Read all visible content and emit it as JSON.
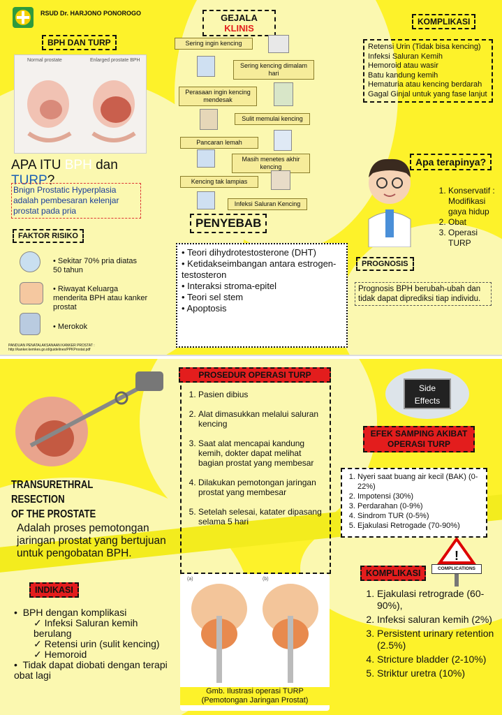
{
  "top": {
    "hospital_name": "RSUD Dr. HARJONO PONOROGO",
    "bph_turp_label": "BPH DAN TURP",
    "illustration_labels": {
      "normal": "Normal prostate",
      "enlarged": "Enlarged prostate BPH"
    },
    "apa_itu": {
      "prefix": "APA ITU ",
      "bph": "BPH",
      "dan": " dan",
      "turp": "TURP",
      "q": "?"
    },
    "definition": "Bnign Prostatic Hyperplasia adalah pembesaran kelenjar prostat pada pria",
    "faktor_risiko": {
      "title": "FAKTOR RISIKO",
      "items": [
        "Sekitar 70% pria diatas 50 tahun",
        "Riwayat Keluarga menderita BPH atau kanker prostat",
        "Merokok"
      ]
    },
    "footer_ref": "PANDUAN PENATALAKSANAAN KANKER PROSTAT : http://kanker.kemkes.go.id/guidelines/PPKProstat.pdf",
    "gejala": {
      "title_1": "GEJALA",
      "title_2": "KLINIS",
      "items": [
        "Sering ingin kencing",
        "Sering kencing dimalam hari",
        "Perasaan ingin kencing mendesak",
        "Sulit memulai kencing",
        "Pancaran lemah",
        "Masih menetes akhir kencing",
        "Kencing tak lampias",
        "Infeksi Saluran Kencing"
      ]
    },
    "penyebab": {
      "title": "PENYEBAB",
      "items": [
        "Teori dihydrotestosterone (DHT)",
        "Ketidakseimbangan antara estrogen-testosteron",
        "Interaksi stroma-epitel",
        "Teori sel stem",
        "Apoptosis"
      ]
    },
    "komplikasi": {
      "title": "KOMPLIKASI",
      "items": [
        "Retensi Urin (Tidak bisa kencing)",
        "Infeksi Saluran Kemih",
        "Hemoroid atau wasir",
        "Batu kandung kemih",
        "Hematuria atau kencing berdarah",
        "Gagal Ginjal untuk yang fase lanjut"
      ]
    },
    "terapi": {
      "title": "Apa terapinya?",
      "items": [
        "Konservatif : Modifikasi gaya hidup",
        "Obat",
        "Operasi TURP"
      ]
    },
    "prognosis": {
      "title": "PROGNOSIS",
      "text": "Prognosis BPH berubah-ubah dan tidak dapat diprediksi tiap individu."
    }
  },
  "bottom": {
    "turp_title_1": "TRANSURETHRAL RESECTION",
    "turp_title_2": "OF THE PROSTATE",
    "turp_definition": "Adalah proses pemotongan jaringan prostat yang bertujuan untuk pengobatan BPH.",
    "indikasi": {
      "title": "INDIKASI",
      "bullet_1": "BPH dengan komplikasi",
      "sub_items": [
        "Infeksi Saluran kemih berulang",
        "Retensi urin (sulit kencing)",
        "Hemoroid"
      ],
      "bullet_2": "Tidak dapat diobati dengan terapi obat lagi"
    },
    "prosedur": {
      "title": "PROSEDUR OPERASI TURP",
      "items": [
        "Pasien dibius",
        "Alat dimasukkan melalui saluran kencing",
        "Saat alat mencapai kandung kemih, dokter dapat melihat bagian prostat yang membesar",
        "Dilakukan pemotongan jaringan prostat yang membesar",
        "Setelah selesai, katater dipasang selama 5 hari"
      ]
    },
    "illustration": {
      "label_a": "(a)",
      "label_b": "(b)",
      "caption_1": "Gmb. Ilustrasi operasi TURP",
      "caption_2": "(Pemotongan Jaringan Prostat)"
    },
    "side_effects_sign": {
      "line1": "Side",
      "line2": "Effects"
    },
    "efek_samping": {
      "title": "EFEK SAMPING AKIBAT OPERASI TURP",
      "items": [
        "Nyeri saat buang air kecil (BAK) (0-22%)",
        "Impotensi (30%)",
        "Perdarahan (0-9%)",
        "Sindrom TUR (0-5%)",
        "Ejakulasi Retrogade (70-90%)"
      ]
    },
    "complications_sign": "COMPLICATIONS",
    "komplikasi": {
      "title": "KOMPLIKASI",
      "items": [
        "Ejakulasi retrograde (60-90%),",
        "Infeksi saluran kemih (2%)",
        "Persistent urinary retention (2.5%)",
        "Stricture bladder (2-10%)",
        "Striktur uretra (10%)"
      ]
    }
  },
  "colors": {
    "yellow": "#fdf22a",
    "pale": "#fbf8b0",
    "red": "#e31d1d",
    "blue": "#1a5fb4"
  }
}
